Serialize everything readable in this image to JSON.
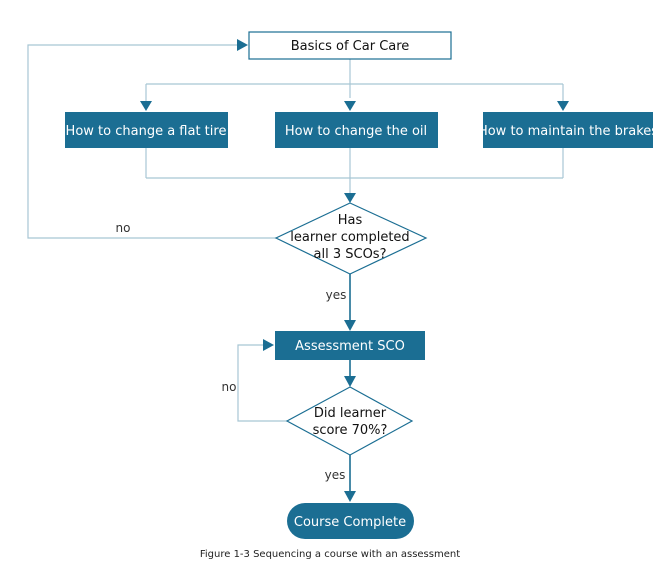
{
  "nodes": {
    "basics": "Basics of Car Care",
    "flat_tire": "How to change a flat tire",
    "oil": "How to change the oil",
    "brakes": "How to maintain the brakes",
    "decision_sco_line1": "Has",
    "decision_sco_line2": "learner completed",
    "decision_sco_line3": "all 3 SCOs?",
    "assessment": "Assessment SCO",
    "decision_score_line1": "Did learner",
    "decision_score_line2": "score 70%?",
    "complete": "Course Complete"
  },
  "edges": {
    "no_1": "no",
    "yes_1": "yes",
    "no_2": "no",
    "yes_2": "yes"
  },
  "caption": "Figure 1-3 Sequencing a course with an assessment",
  "colors": {
    "primary": "#1b6e93",
    "connector_light": "#a8c6d4",
    "box_text_on_primary": "#ffffff"
  }
}
